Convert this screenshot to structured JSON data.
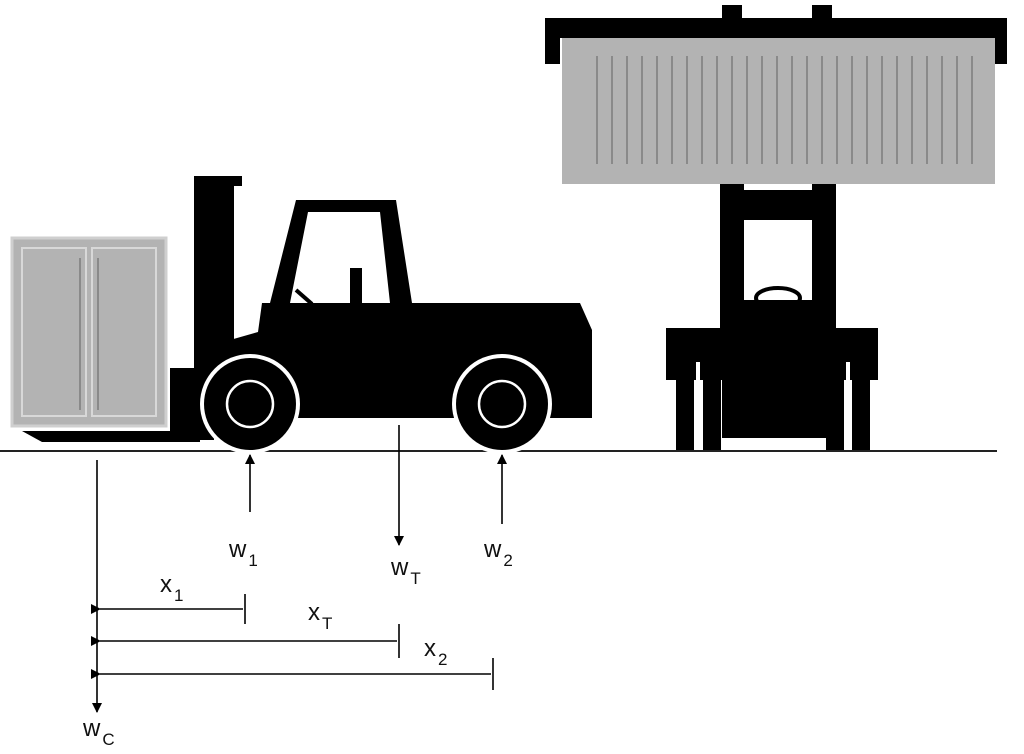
{
  "colors": {
    "ink": "#000000",
    "container_fill": "#b3b3b3",
    "container_stroke": "#cfcfcf",
    "container_ribs": "#8a8a8a",
    "ground": "#222222",
    "text": "#111111"
  },
  "labels": {
    "w1": {
      "main": "w",
      "sub": "1"
    },
    "wT": {
      "main": "w",
      "sub": "T"
    },
    "w2": {
      "main": "w",
      "sub": "2"
    },
    "wC": {
      "main": "w",
      "sub": "C"
    },
    "x1": {
      "main": "x",
      "sub": "1"
    },
    "xT": {
      "main": "x",
      "sub": "T"
    },
    "x2": {
      "main": "x",
      "sub": "2"
    }
  }
}
